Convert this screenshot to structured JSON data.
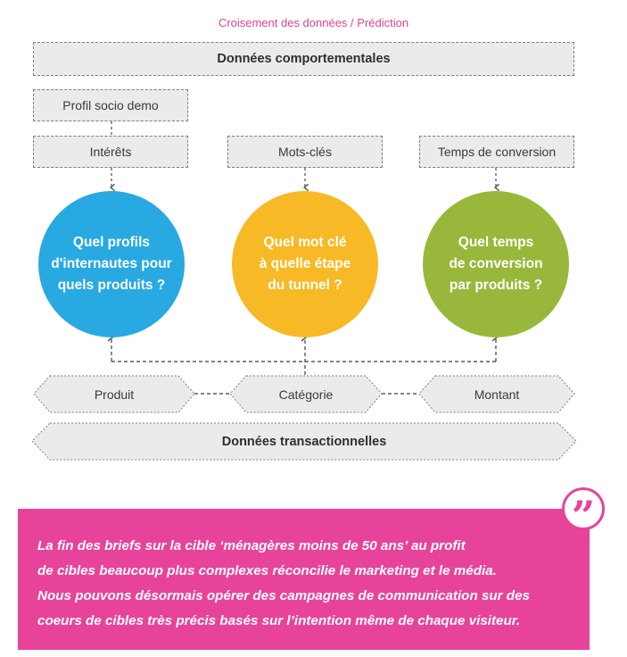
{
  "header": {
    "title": "Croisement des données / Prédiction"
  },
  "top_sources": {
    "behavioral": "Données comportementales",
    "profile": "Profil socio demo",
    "interests": "Intérêts",
    "keywords": "Mots-clés",
    "conversion_time": "Temps de conversion"
  },
  "questions": [
    {
      "text": "Quel profils\nd'internautes pour\nquels produits ?",
      "color": "#29a9e1"
    },
    {
      "text": "Quel mot clé\nà quelle étape\ndu tunnel ?",
      "color": "#f7b925"
    },
    {
      "text": "Quel temps\nde conversion\npar produits ?",
      "color": "#99b83b"
    }
  ],
  "bottom_sources": {
    "product": "Produit",
    "category": "Catégorie",
    "amount": "Montant",
    "transactional": "Données transactionnelles"
  },
  "quote": {
    "icon": "quote-icon",
    "text": "La fin des briefs sur la cible ‘ménagères moins de 50 ans’ au profit\nde cibles beaucoup plus complexes réconcilie le marketing et le média.\nNous pouvons désormais opérer des campagnes de communication sur des\ncoeurs de cibles très précis basés sur l’intention même de chaque visiteur."
  },
  "colors": {
    "accent": "#e8439a",
    "box_fill": "#ebebeb",
    "line": "#5a5a5a"
  }
}
